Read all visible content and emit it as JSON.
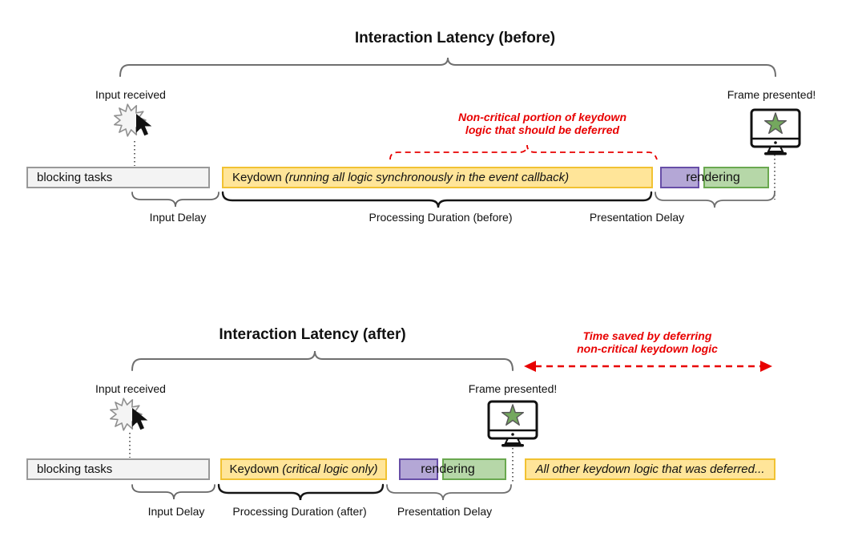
{
  "colors": {
    "yellow_fill": "#ffe599",
    "yellow_border": "#f1c232",
    "purple_fill": "#b4a7d6",
    "purple_border": "#674ea7",
    "green_fill": "#b6d7a8",
    "green_border": "#6aa84f",
    "gray_fill": "#f3f3f3",
    "gray_border": "#999999",
    "red": "#e80000",
    "brace_gray": "#6f6f6f",
    "brace_dark": "#1a1a1a",
    "star_green": "#74a85e"
  },
  "before": {
    "title": "Interaction Latency (before)",
    "input_received": "Input received",
    "frame_presented": "Frame presented!",
    "annotation_line1": "Non-critical portion of keydown",
    "annotation_line2": "logic that should be deferred",
    "bars": {
      "blocking": "blocking tasks",
      "keydown_prefix": "Keydown",
      "keydown_italic": "(running all logic synchronously in the event callback)",
      "rendering": "rendering"
    },
    "labels": {
      "input_delay": "Input Delay",
      "processing": "Processing Duration (before)",
      "presentation": "Presentation Delay"
    }
  },
  "after": {
    "title": "Interaction Latency (after)",
    "input_received": "Input received",
    "frame_presented": "Frame presented!",
    "annotation_line1": "Time saved by deferring",
    "annotation_line2": "non-critical keydown logic",
    "bars": {
      "blocking": "blocking tasks",
      "keydown_prefix": "Keydown",
      "keydown_italic": "(critical logic only)",
      "rendering": "rendering",
      "deferred": "All other keydown logic that was deferred..."
    },
    "labels": {
      "input_delay": "Input Delay",
      "processing": "Processing Duration (after)",
      "presentation": "Presentation Delay"
    }
  }
}
